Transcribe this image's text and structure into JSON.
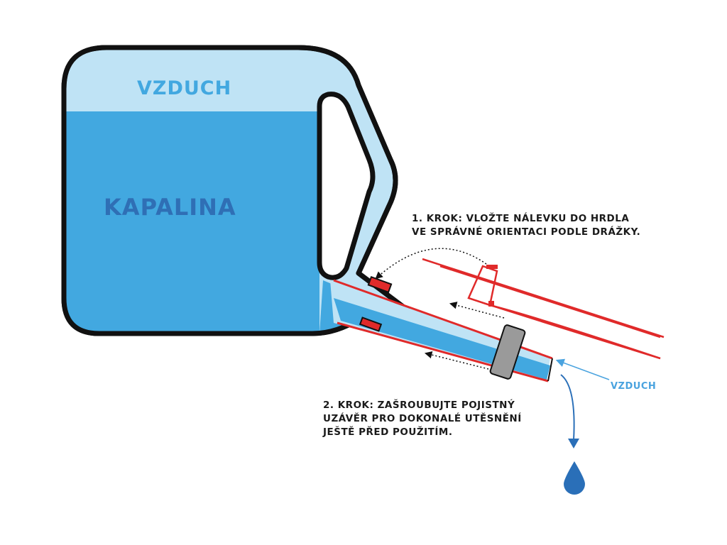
{
  "diagram": {
    "tank": {
      "air_label": "VZDUCH",
      "liquid_label": "KAPALINA"
    },
    "step1": {
      "line1": "1. KROK:  VLOŽTE NÁLEVKU DO HRDLA",
      "line2": "VE SPRÁVNÉ ORIENTACI PODLE DRÁŽKY."
    },
    "step2": {
      "line1": "2. KROK:  ZAŠROUBUJTE  POJISTNÝ",
      "line2": "UZÁVĚR PRO DOKONALÉ UTĚSNĚNÍ",
      "line3": "JEŠTĚ PŘED POUŽITÍM."
    },
    "air_inflow_label": "VZDUCH",
    "colors": {
      "air": "#bfe3f5",
      "liquid": "#42a8e0",
      "outline": "#111111",
      "funnel": "#e02a2a",
      "text_blue": "#2f6fb5",
      "drop": "#2a6fb8"
    }
  }
}
